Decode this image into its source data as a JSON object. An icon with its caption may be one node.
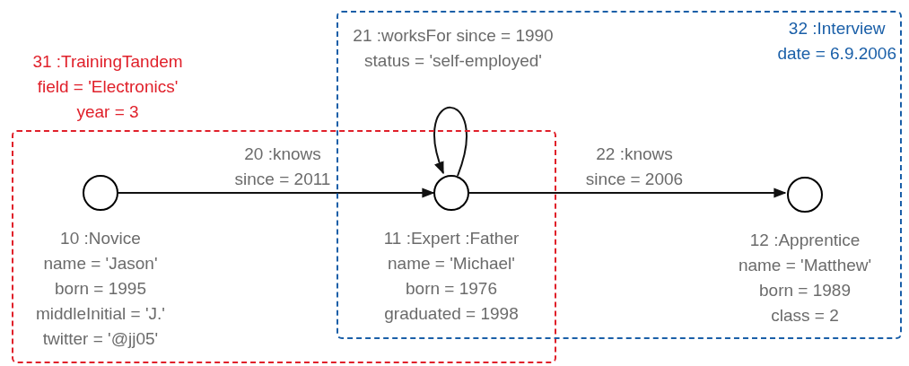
{
  "diagram": {
    "nodes": [
      {
        "text": [
          "31 :TrainingTandem",
          "field = 'Electronics'",
          "year = 3"
        ]
      },
      {
        "text": [
          "32 :Interview",
          "date = 6.9.2006"
        ]
      },
      {
        "text": [],
        "shape": "circle",
        "in": 0,
        "beside": [
          "10 :Novice",
          "name = 'Jason'",
          "born = 1995",
          "middleInitial = 'J.'",
          "twitter = '@jj05'"
        ]
      },
      {
        "text": [],
        "shape": "circle",
        "beside": [
          "11 :Expert :Father",
          "name = 'Michael'",
          "born = 1976",
          "graduated = 1998"
        ]
      },
      {
        "text": [],
        "shape": "circle",
        "in": 1,
        "beside": [
          "12 :Apprentice",
          "name = 'Matthew'",
          "born = 1989",
          "class = 2"
        ]
      }
    ],
    "edges": [
      {
        "from": 2,
        "to": 3,
        "arrow": "to",
        "label": "20 :knows since = 2011"
      },
      {
        "from": 3,
        "to": 3,
        "arrow": "to",
        "label": "21 :worksFor since = 1990 status = 'self-employed'"
      },
      {
        "from": 3,
        "to": 4,
        "arrow": "to",
        "label": "22 :knows since = 2006"
      }
    ]
  }
}
